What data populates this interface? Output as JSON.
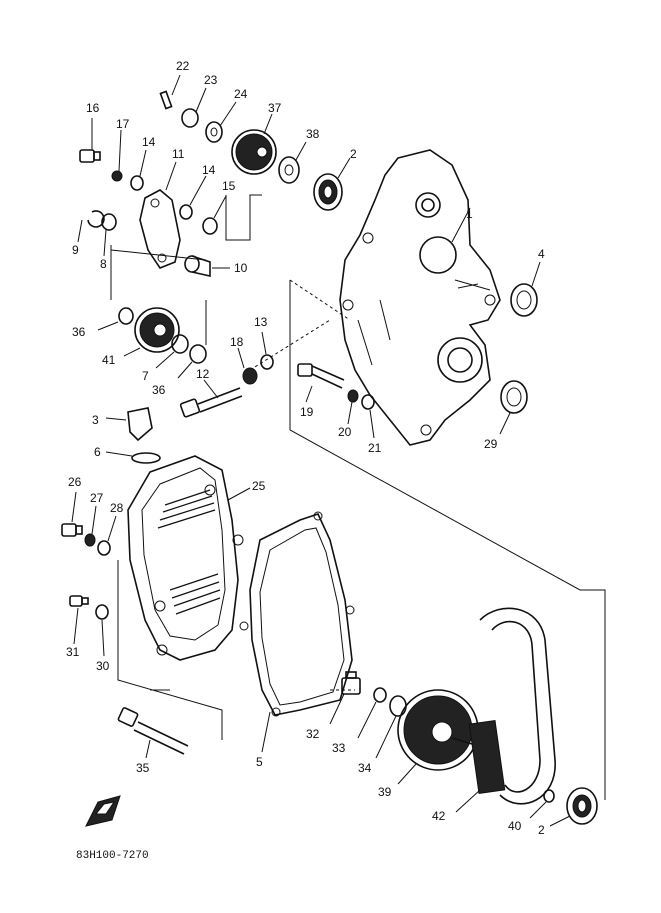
{
  "diagram_code": "83H100-7270",
  "callouts": [
    {
      "id": "c1",
      "text": "1"
    },
    {
      "id": "c2a",
      "text": "2"
    },
    {
      "id": "c2b",
      "text": "2"
    },
    {
      "id": "c3",
      "text": "3"
    },
    {
      "id": "c4",
      "text": "4"
    },
    {
      "id": "c5",
      "text": "5"
    },
    {
      "id": "c6",
      "text": "6"
    },
    {
      "id": "c7",
      "text": "7"
    },
    {
      "id": "c8",
      "text": "8"
    },
    {
      "id": "c9",
      "text": "9"
    },
    {
      "id": "c10",
      "text": "10"
    },
    {
      "id": "c11",
      "text": "11"
    },
    {
      "id": "c12",
      "text": "12"
    },
    {
      "id": "c13",
      "text": "13"
    },
    {
      "id": "c14a",
      "text": "14"
    },
    {
      "id": "c14b",
      "text": "14"
    },
    {
      "id": "c15",
      "text": "15"
    },
    {
      "id": "c16",
      "text": "16"
    },
    {
      "id": "c17",
      "text": "17"
    },
    {
      "id": "c18",
      "text": "18"
    },
    {
      "id": "c19",
      "text": "19"
    },
    {
      "id": "c20",
      "text": "20"
    },
    {
      "id": "c21",
      "text": "21"
    },
    {
      "id": "c22",
      "text": "22"
    },
    {
      "id": "c23",
      "text": "23"
    },
    {
      "id": "c24",
      "text": "24"
    },
    {
      "id": "c25",
      "text": "25"
    },
    {
      "id": "c26",
      "text": "26"
    },
    {
      "id": "c27",
      "text": "27"
    },
    {
      "id": "c28",
      "text": "28"
    },
    {
      "id": "c29",
      "text": "29"
    },
    {
      "id": "c30",
      "text": "30"
    },
    {
      "id": "c31",
      "text": "31"
    },
    {
      "id": "c32",
      "text": "32"
    },
    {
      "id": "c33",
      "text": "33"
    },
    {
      "id": "c34",
      "text": "34"
    },
    {
      "id": "c35",
      "text": "35"
    },
    {
      "id": "c36a",
      "text": "36"
    },
    {
      "id": "c36b",
      "text": "36"
    },
    {
      "id": "c37",
      "text": "37"
    },
    {
      "id": "c38",
      "text": "38"
    },
    {
      "id": "c39",
      "text": "39"
    },
    {
      "id": "c40",
      "text": "40"
    },
    {
      "id": "c41",
      "text": "41"
    },
    {
      "id": "c42",
      "text": "42"
    }
  ]
}
